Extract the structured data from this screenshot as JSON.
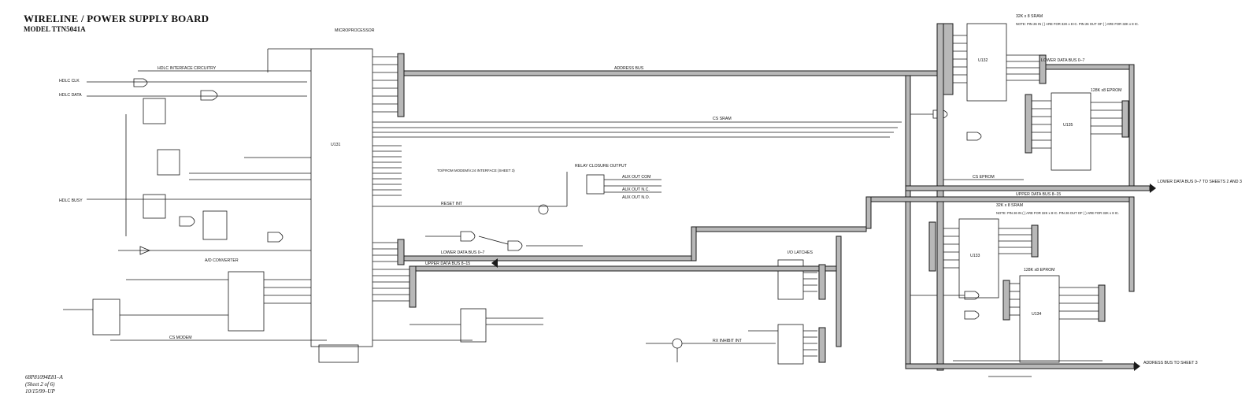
{
  "header": {
    "title": "WIRELINE / POWER SUPPLY BOARD",
    "model": "MODEL TTN5041A"
  },
  "footer": {
    "line1": "68P81094E81–A",
    "line2": "(Sheet 2 of 6)",
    "line3": "10/15/99–UP"
  },
  "sections": {
    "hdlc": "HDLC INTERFACE CIRCUITRY",
    "microprocessor": "MICROPROCESSOR",
    "ad_converter": "A/D CONVERTER",
    "relay": "RELAY CLOSURE OUTPUT",
    "io_latches": "I/O LATCHES",
    "sram_top": "32K x 8 SRAM",
    "sram_bottom": "32K x 8 SRAM",
    "eprom_top": "128K x8 EPROM",
    "eprom_bottom": "128K x8 EPROM"
  },
  "buses": {
    "address_bus": "ADDRESS BUS",
    "lower_data_bus": "LOWER DATA BUS 0–7",
    "upper_data_bus": "UPPER DATA BUS 8–15",
    "lower_data_bus_sheets": "LOWER DATA BUS 0–7 TO SHEETS 2 AND 3",
    "address_bus_sheet3": "ADDRESS BUS TO SHEET 3"
  },
  "components": {
    "microprocessor": "U131",
    "sram_top": "U132",
    "eprom_top": "U135",
    "sram_bottom": "U133",
    "eprom_bottom": "U134"
  },
  "notes": {
    "sram_top": "NOTE: PIN 26 IN ( ) ARE FOR 32K x 8 IC. PIN 26 OUT OF ( ) ARE FOR 32K x 8 IC.",
    "sram_bottom": "NOTE: PIN 26 IN ( ) ARE FOR 32K x 8 IC. PIN 26 OUT OF ( ) ARE FOR 32K x 8 IC.",
    "modem_interface": "TO/FROM MODEM/V.24 INTERFACE (SHEET 3)"
  },
  "signals": {
    "hdlc_clk": "HDLC CLK",
    "hdlc_data": "HDLC DATA",
    "hdlc_busy": "HDLC BUSY",
    "reset_int": "RESET INT",
    "cs_modem": "CS MODEM",
    "cs_sram": "CS SRAM",
    "cs_eprom": "CS EPROM",
    "rx_inhibit": "RX INHIBIT INT",
    "aux_out_com": "AUX OUT COM",
    "aux_out_nc": "AUX OUT N.C.",
    "aux_out_no": "AUX OUT N.O."
  },
  "colors": {
    "ink": "#1a1a1a",
    "bus_fill": "#b8b8b8",
    "paper": "#ffffff"
  }
}
